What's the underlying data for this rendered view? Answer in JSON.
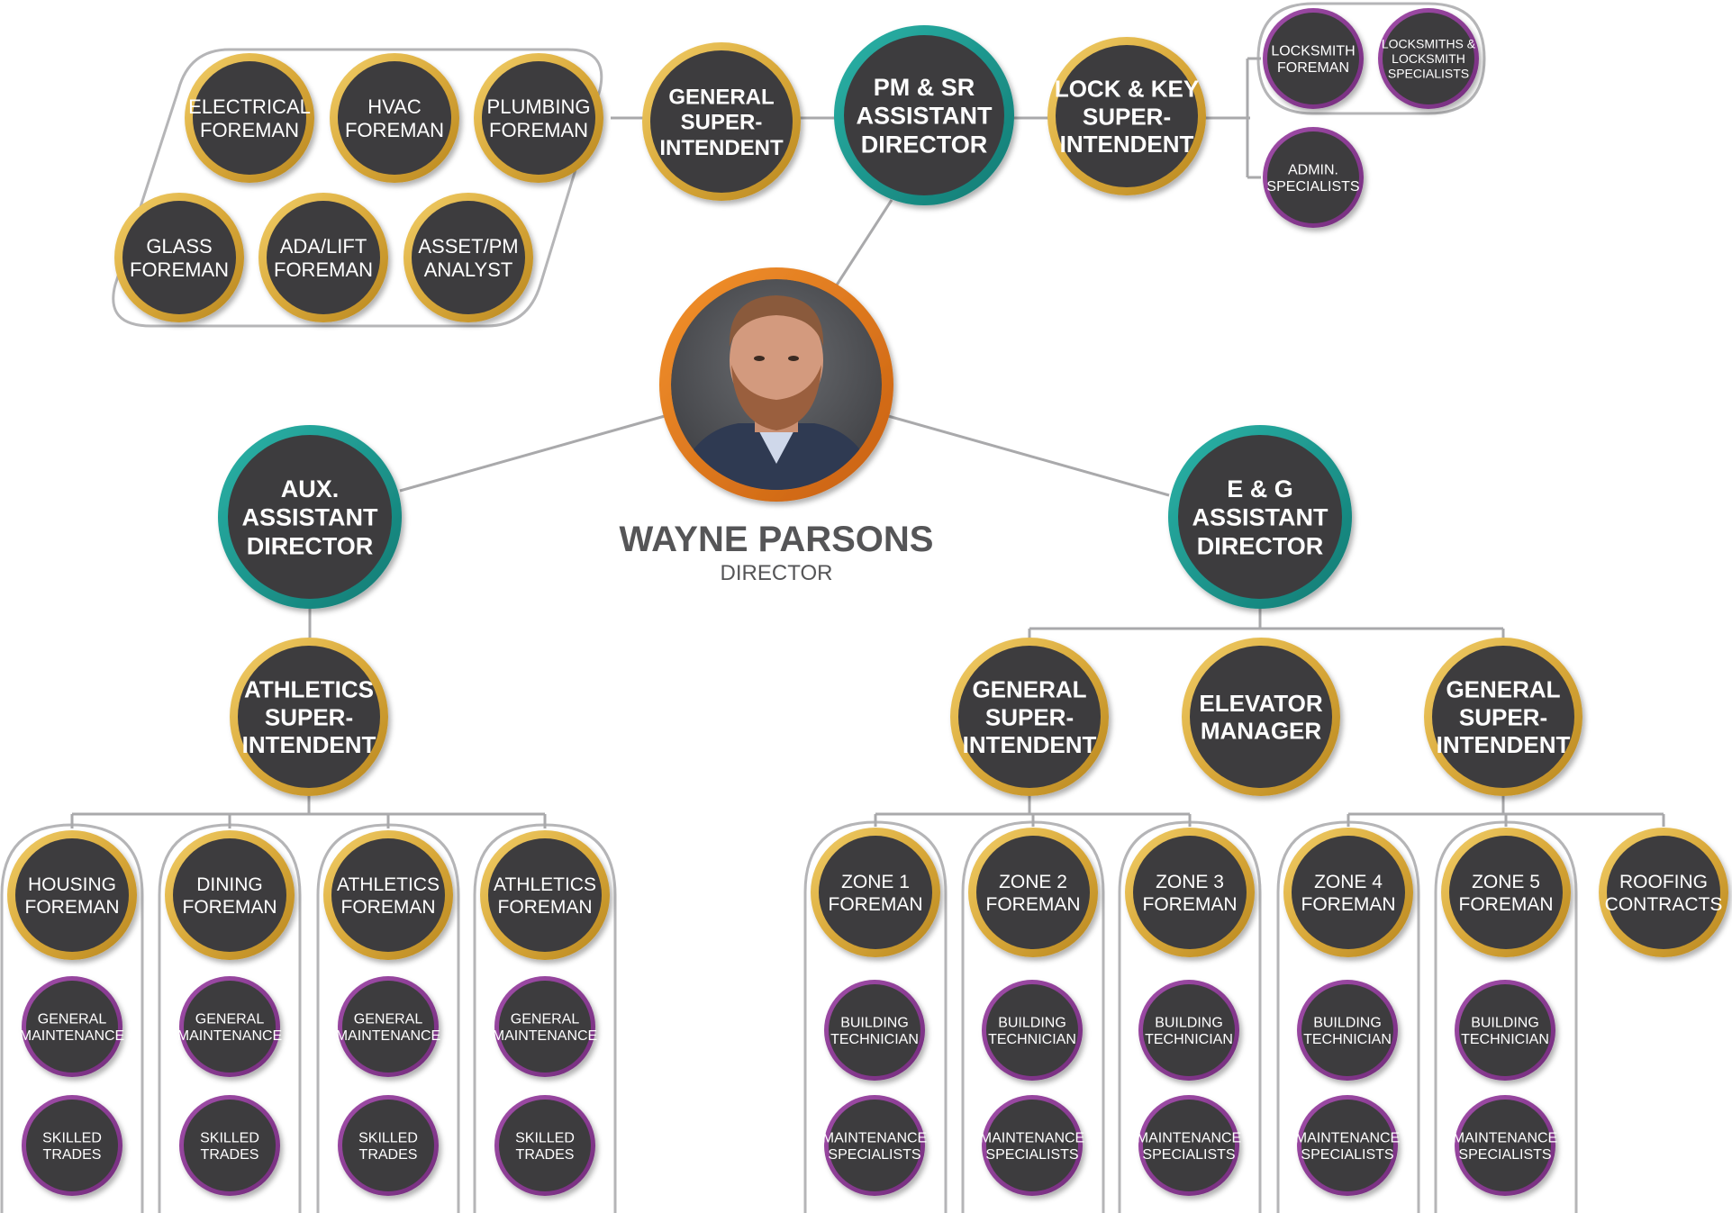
{
  "director": {
    "name": "WAYNE PARSONS",
    "title": "DIRECTOR",
    "photo": "director-portrait"
  },
  "colors": {
    "node_fill": "#3d3c3e",
    "gold_ring": "#d9a93a",
    "teal_ring": "#17968e",
    "purple_ring": "#8c3d96",
    "orange_ring": "#e57a1f",
    "connector": "#a9a9ab",
    "text": "#ffffff"
  },
  "nodes": [
    {
      "id": "pm-sr-assistant-director",
      "lines": [
        "PM & SR",
        "ASSISTANT",
        "DIRECTOR"
      ],
      "ring": "teal"
    },
    {
      "id": "general-superintendent-top",
      "lines": [
        "GENERAL",
        "SUPER-",
        "INTENDENT"
      ],
      "ring": "gold"
    },
    {
      "id": "lock-key-superintendent",
      "lines": [
        "LOCK & KEY",
        "SUPER-",
        "INTENDENT"
      ],
      "ring": "gold"
    },
    {
      "id": "electrical-foreman",
      "lines": [
        "ELECTRICAL",
        "FOREMAN"
      ],
      "ring": "gold"
    },
    {
      "id": "hvac-foreman",
      "lines": [
        "HVAC",
        "FOREMAN"
      ],
      "ring": "gold"
    },
    {
      "id": "plumbing-foreman",
      "lines": [
        "PLUMBING",
        "FOREMAN"
      ],
      "ring": "gold"
    },
    {
      "id": "glass-foreman",
      "lines": [
        "GLASS",
        "FOREMAN"
      ],
      "ring": "gold"
    },
    {
      "id": "ada-lift-foreman",
      "lines": [
        "ADA/LIFT",
        "FOREMAN"
      ],
      "ring": "gold"
    },
    {
      "id": "asset-pm-analyst",
      "lines": [
        "ASSET/PM",
        "ANALYST"
      ],
      "ring": "gold"
    },
    {
      "id": "locksmith-foreman",
      "lines": [
        "LOCKSMITH",
        "FOREMAN"
      ],
      "ring": "purple"
    },
    {
      "id": "locksmiths-specialists",
      "lines": [
        "LOCKSMITHS &",
        "LOCKSMITH",
        "SPECIALISTS"
      ],
      "ring": "purple"
    },
    {
      "id": "admin-specialists",
      "lines": [
        "ADMIN.",
        "SPECIALISTS"
      ],
      "ring": "purple"
    },
    {
      "id": "aux-assistant-director",
      "lines": [
        "AUX.",
        "ASSISTANT",
        "DIRECTOR"
      ],
      "ring": "teal"
    },
    {
      "id": "eg-assistant-director",
      "lines": [
        "E & G",
        "ASSISTANT",
        "DIRECTOR"
      ],
      "ring": "teal"
    },
    {
      "id": "athletics-superintendent",
      "lines": [
        "ATHLETICS",
        "SUPER-",
        "INTENDENT"
      ],
      "ring": "gold"
    },
    {
      "id": "general-superintendent-left",
      "lines": [
        "GENERAL",
        "SUPER-",
        "INTENDENT"
      ],
      "ring": "gold"
    },
    {
      "id": "elevator-manager",
      "lines": [
        "ELEVATOR",
        "MANAGER"
      ],
      "ring": "gold"
    },
    {
      "id": "general-superintendent-right",
      "lines": [
        "GENERAL",
        "SUPER-",
        "INTENDENT"
      ],
      "ring": "gold"
    },
    {
      "id": "housing-foreman",
      "lines": [
        "HOUSING",
        "FOREMAN"
      ],
      "ring": "gold"
    },
    {
      "id": "dining-foreman",
      "lines": [
        "DINING",
        "FOREMAN"
      ],
      "ring": "gold"
    },
    {
      "id": "athletics-foreman-1",
      "lines": [
        "ATHLETICS",
        "FOREMAN"
      ],
      "ring": "gold"
    },
    {
      "id": "athletics-foreman-2",
      "lines": [
        "ATHLETICS",
        "FOREMAN"
      ],
      "ring": "gold"
    },
    {
      "id": "general-maintenance-1",
      "lines": [
        "GENERAL",
        "MAINTENANCE"
      ],
      "ring": "purple"
    },
    {
      "id": "general-maintenance-2",
      "lines": [
        "GENERAL",
        "MAINTENANCE"
      ],
      "ring": "purple"
    },
    {
      "id": "general-maintenance-3",
      "lines": [
        "GENERAL",
        "MAINTENANCE"
      ],
      "ring": "purple"
    },
    {
      "id": "general-maintenance-4",
      "lines": [
        "GENERAL",
        "MAINTENANCE"
      ],
      "ring": "purple"
    },
    {
      "id": "skilled-trades-1",
      "lines": [
        "SKILLED",
        "TRADES"
      ],
      "ring": "purple"
    },
    {
      "id": "skilled-trades-2",
      "lines": [
        "SKILLED",
        "TRADES"
      ],
      "ring": "purple"
    },
    {
      "id": "skilled-trades-3",
      "lines": [
        "SKILLED",
        "TRADES"
      ],
      "ring": "purple"
    },
    {
      "id": "skilled-trades-4",
      "lines": [
        "SKILLED",
        "TRADES"
      ],
      "ring": "purple"
    },
    {
      "id": "zone-1-foreman",
      "lines": [
        "ZONE 1",
        "FOREMAN"
      ],
      "ring": "gold"
    },
    {
      "id": "zone-2-foreman",
      "lines": [
        "ZONE 2",
        "FOREMAN"
      ],
      "ring": "gold"
    },
    {
      "id": "zone-3-foreman",
      "lines": [
        "ZONE 3",
        "FOREMAN"
      ],
      "ring": "gold"
    },
    {
      "id": "zone-4-foreman",
      "lines": [
        "ZONE 4",
        "FOREMAN"
      ],
      "ring": "gold"
    },
    {
      "id": "zone-5-foreman",
      "lines": [
        "ZONE 5",
        "FOREMAN"
      ],
      "ring": "gold"
    },
    {
      "id": "roofing-contracts",
      "lines": [
        "ROOFING",
        "CONTRACTS"
      ],
      "ring": "gold"
    },
    {
      "id": "building-technician-1",
      "lines": [
        "BUILDING",
        "TECHNICIAN"
      ],
      "ring": "purple"
    },
    {
      "id": "building-technician-2",
      "lines": [
        "BUILDING",
        "TECHNICIAN"
      ],
      "ring": "purple"
    },
    {
      "id": "building-technician-3",
      "lines": [
        "BUILDING",
        "TECHNICIAN"
      ],
      "ring": "purple"
    },
    {
      "id": "building-technician-4",
      "lines": [
        "BUILDING",
        "TECHNICIAN"
      ],
      "ring": "purple"
    },
    {
      "id": "building-technician-5",
      "lines": [
        "BUILDING",
        "TECHNICIAN"
      ],
      "ring": "purple"
    },
    {
      "id": "maintenance-specialists-1",
      "lines": [
        "MAINTENANCE",
        "SPECIALISTS"
      ],
      "ring": "purple"
    },
    {
      "id": "maintenance-specialists-2",
      "lines": [
        "MAINTENANCE",
        "SPECIALISTS"
      ],
      "ring": "purple"
    },
    {
      "id": "maintenance-specialists-3",
      "lines": [
        "MAINTENANCE",
        "SPECIALISTS"
      ],
      "ring": "purple"
    },
    {
      "id": "maintenance-specialists-4",
      "lines": [
        "MAINTENANCE",
        "SPECIALISTS"
      ],
      "ring": "purple"
    },
    {
      "id": "maintenance-specialists-5",
      "lines": [
        "MAINTENANCE",
        "SPECIALISTS"
      ],
      "ring": "purple"
    }
  ]
}
